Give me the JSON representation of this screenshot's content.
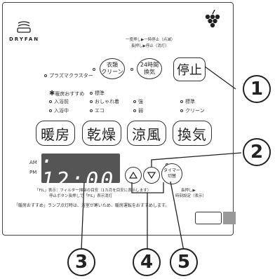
{
  "brand": {
    "name": "DRYFAN"
  },
  "top_instruction": {
    "line1": "一度押し▶一時停止（点滅）",
    "line2": "長押し▶停止（消灯）"
  },
  "buttons": {
    "clothes": "衣類\nクリーン",
    "ventilation_24h": "24時間\n換気",
    "stop": "停止",
    "heating": "暖房",
    "drying": "乾燥",
    "cooling": "涼風",
    "ventilation": "換気",
    "timer": "タイマー\n切替"
  },
  "labels": {
    "plasma_cluster": "プラズマクラスター",
    "heating_recommend": "暖房おすすめ",
    "before_bath": "入浴前",
    "during_bath": "入浴中",
    "standard": "標準",
    "stylish": "おしゃれ着",
    "eco": "エコ",
    "strong": "強",
    "weak": "弱",
    "cool_standard": "標準",
    "clean": "クリーン",
    "am": "AM",
    "pm": "PM"
  },
  "display": {
    "time": ". 12:00"
  },
  "notes": {
    "fil_line1": "「FIL」表示：フィルター掃除の目安（1カ月を目安に表示します）",
    "fil_line2": "停止ボタン長押しで「FIL」表示消灯",
    "timer_note1": "長押し▶",
    "timer_note2": "時刻設定（表示）",
    "bottom": "「暖房おすすめ」ランプ点灯時は、浴室が寒いため、暖房運転をおすすめします。"
  },
  "callouts": [
    "1",
    "2",
    "3",
    "4",
    "5"
  ],
  "colors": {
    "lcd": "#555555",
    "accent_square": "#999999"
  }
}
